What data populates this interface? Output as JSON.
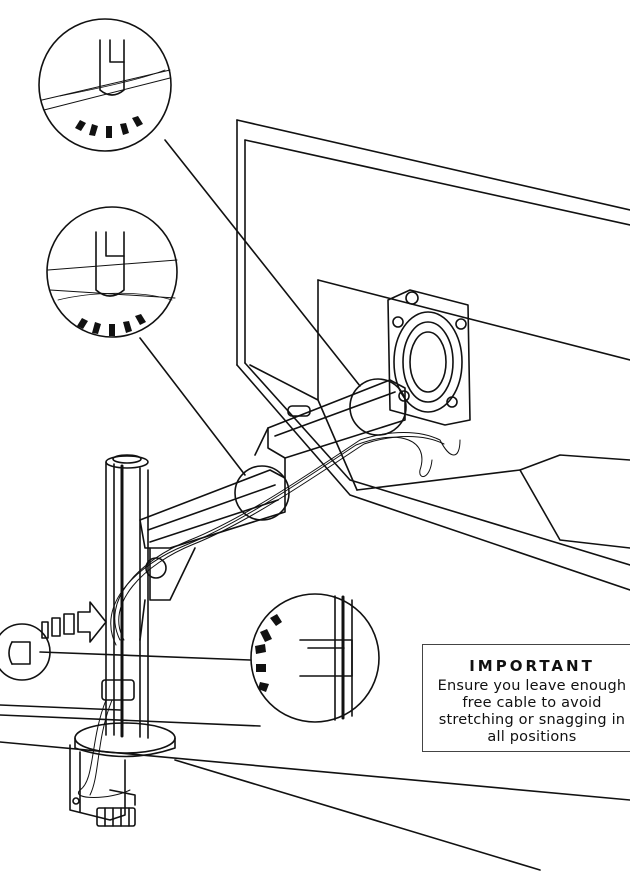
{
  "note": {
    "title": "IMPORTANT",
    "body": "Ensure you leave enough\nfree cable to avoid\nstretching or snagging in\nall positions"
  },
  "callouts": [
    {
      "id": "detail-top",
      "depicts": "cable clip on upper arm"
    },
    {
      "id": "detail-middle",
      "depicts": "cable clip on lower arm"
    },
    {
      "id": "detail-pole",
      "depicts": "cable clip on pole"
    },
    {
      "id": "detail-clip",
      "depicts": "cable clip part"
    }
  ],
  "colors": {
    "line": "#111111",
    "background": "#ffffff"
  }
}
